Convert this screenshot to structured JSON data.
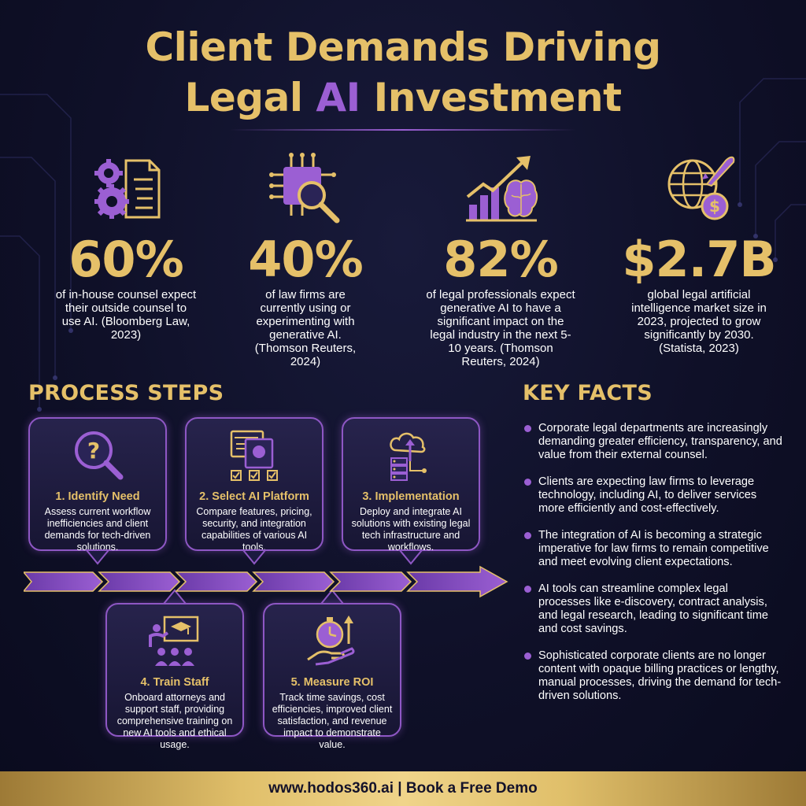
{
  "title": {
    "line1": "Client Demands Driving",
    "line2_prefix": "Legal ",
    "line2_highlight": "AI",
    "line2_suffix": " Investment"
  },
  "colors": {
    "gold": "#e5c069",
    "purple": "#9b5fd3",
    "background": "#0f1028"
  },
  "stats": [
    {
      "icon": "gears-document-icon",
      "value": "60%",
      "desc": "of in-house counsel expect their outside counsel to use AI. (Bloomberg Law, 2023)"
    },
    {
      "icon": "chip-magnifier-icon",
      "value": "40%",
      "desc": "of law firms are currently using or experimenting with generative AI. (Thomson Reuters, 2024)"
    },
    {
      "icon": "growth-chart-brain-icon",
      "value": "82%",
      "desc": "of legal professionals expect generative AI to have a significant impact on the legal industry in the next 5-10 years. (Thomson Reuters, 2024)"
    },
    {
      "icon": "globe-rocket-dollar-icon",
      "value": "$2.7B",
      "desc": "global legal artificial intelligence market size in 2023, projected to grow significantly by 2030. (Statista, 2023)"
    }
  ],
  "process": {
    "heading": "PROCESS STEPS",
    "steps": [
      {
        "icon": "question-magnifier-icon",
        "title": "1. Identify Need",
        "text": "Assess current workflow inefficiencies and client demands for tech-driven solutions."
      },
      {
        "icon": "platform-compare-icon",
        "title": "2. Select AI Platform",
        "text": "Compare features, pricing, security, and integration capabilities of various AI tools."
      },
      {
        "icon": "cloud-server-icon",
        "title": "3. Implementation",
        "text": "Deploy and integrate AI solutions with existing legal tech infrastructure and workflows."
      },
      {
        "icon": "training-class-icon",
        "title": "4. Train Staff",
        "text": "Onboard attorneys and support staff, providing comprehensive training on new AI tools and ethical usage."
      },
      {
        "icon": "stopwatch-money-hand-icon",
        "title": "5. Measure ROI",
        "text": "Track time savings, cost efficiencies, improved client satisfaction, and revenue impact to demonstrate value."
      }
    ]
  },
  "facts": {
    "heading": "KEY FACTS",
    "items": [
      "Corporate legal departments are increasingly demanding greater efficiency, transparency, and value from their external counsel.",
      "Clients are expecting law firms to leverage technology, including AI, to deliver services more efficiently and cost-effectively.",
      "The integration of AI is becoming a strategic imperative for law firms to remain competitive and meet evolving client expectations.",
      "AI tools can streamline complex legal processes like e-discovery, contract analysis, and legal research, leading to significant time and cost savings.",
      "Sophisticated corporate clients are no longer content with opaque billing practices or lengthy, manual processes, driving the demand for tech-driven solutions."
    ]
  },
  "footer": {
    "text": "www.hodos360.ai | Book a Free Demo"
  }
}
